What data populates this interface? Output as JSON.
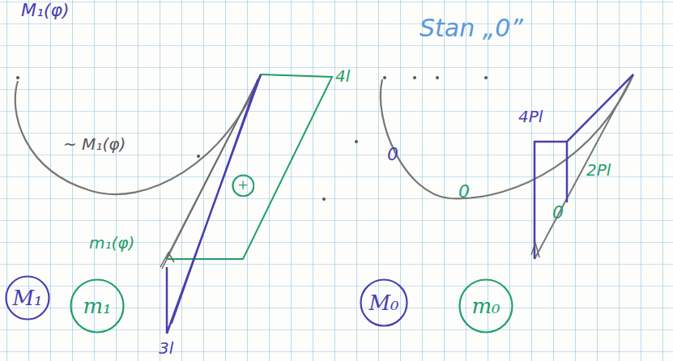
{
  "diagram": {
    "nodes": [
      {
        "text": [
          "+"
        ]
      },
      {
        "text": [
          "M₁"
        ]
      },
      {
        "text": [
          "m₁"
        ]
      },
      {
        "text": [
          "M₀"
        ]
      },
      {
        "text": [
          "m₀"
        ]
      }
    ],
    "labels": [
      "M₁(φ)",
      "~ M₁(φ)",
      "4l",
      "m₁(φ)",
      "3l",
      "Stan „0”",
      "4Pl",
      "2Pl",
      "0",
      "0",
      "0"
    ]
  }
}
